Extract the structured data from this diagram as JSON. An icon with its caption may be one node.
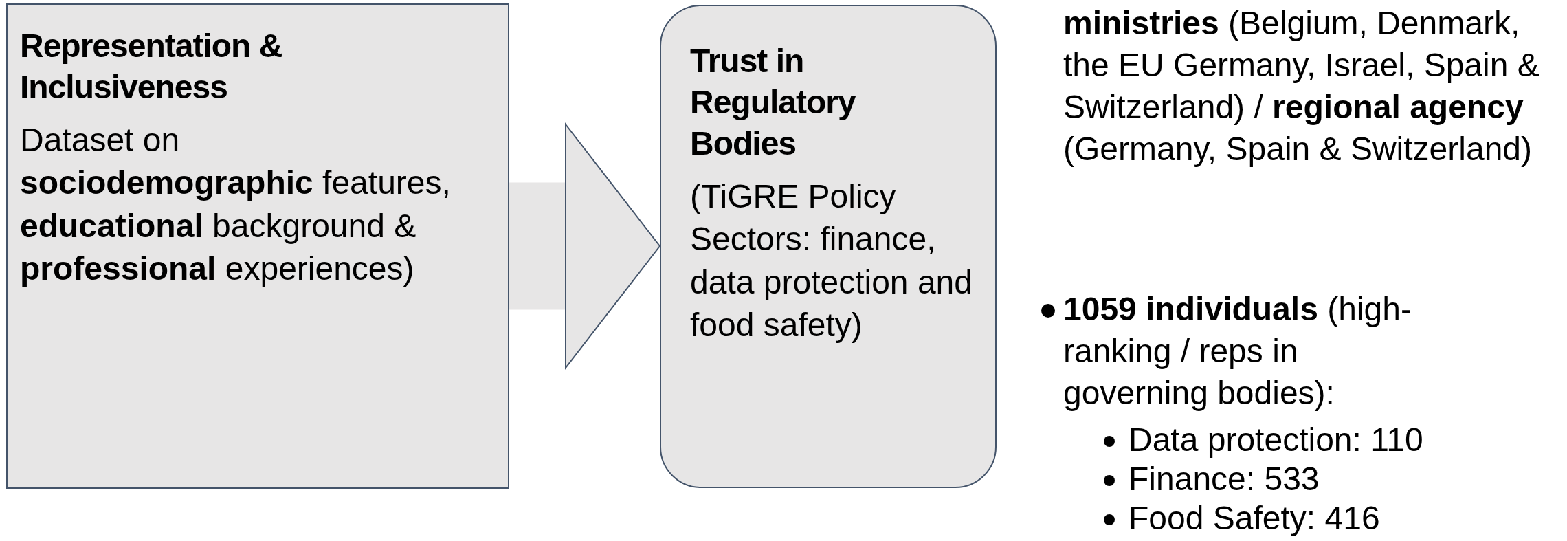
{
  "diagram": {
    "nodes": [
      {
        "text": [
          "Representation & Inclusiveness",
          "Dataset on **sociodemographic** features, **educational** background & **professional** experiences)"
        ]
      },
      {
        "text": [
          "Trust in Regulatory Bodies",
          "(TiGRE Policy Sectors: finance, data protection and food safety)"
        ]
      }
    ],
    "edges": [
      {
        "from": 0,
        "to": 1,
        "arrow": "to"
      }
    ],
    "labels": [
      "**ministries** (Belgium, Denmark, the EU Germany, Israel, Spain & Switzerland) / **regional agency** (Germany, Spain & Switzerland)",
      "**1059 individuals** (high-ranking / reps in governing bodies):",
      "Data protection: 110",
      "Finance: 533",
      "Food Safety: 416"
    ]
  }
}
